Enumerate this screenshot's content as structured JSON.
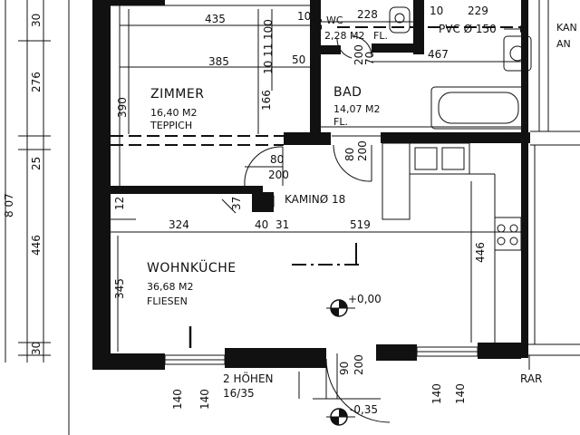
{
  "rooms": {
    "zimmer": {
      "name": "ZIMMER",
      "area": "16,40 M2",
      "floor": "TEPPICH"
    },
    "bad": {
      "name": "BAD",
      "area": "14,07 M2",
      "floor": "FL."
    },
    "wc": {
      "name": "WC",
      "area": "2,28 M2",
      "floor": "FL."
    },
    "wohnkueche": {
      "name": "WOHNKÜCHE",
      "area": "36,68 M2",
      "floor": "FLIESEN"
    },
    "neighbor": {
      "line1": "KAN",
      "line2": "AN"
    }
  },
  "dimensions": {
    "left_807": "8 07",
    "left_30_top": "30",
    "left_276": "276",
    "left_25": "25",
    "left_446": "446",
    "left_30_bottom": "30",
    "d435": "435",
    "d385": "385",
    "d390": "390",
    "d166": "166",
    "d100": "100",
    "d10a": "10",
    "d11": "10 11",
    "d50": "50",
    "d10b": "10",
    "d228": "228",
    "d10c": "10",
    "d229": "229",
    "d467": "467",
    "d80a": "80",
    "d200a": "200",
    "d80b": "80",
    "d200b": "200",
    "d200c": "200",
    "d70": "70",
    "d12": "12",
    "d37": "37",
    "d324": "324",
    "d40": "40",
    "d31": "31",
    "d519": "519",
    "d345": "345",
    "d446r": "446",
    "d90": "90",
    "d200d": "200",
    "d140a": "140",
    "d140b": "140",
    "d140c": "140",
    "d140d": "140"
  },
  "annotations": {
    "pvc": "PVC Ø 150",
    "kamin": "KAMINØ 18",
    "level_0": "+0,00",
    "level_neg": "-0,35",
    "steps_line1": "2 HÖHEN",
    "steps_line2": "16/35",
    "rar": "RAR"
  }
}
